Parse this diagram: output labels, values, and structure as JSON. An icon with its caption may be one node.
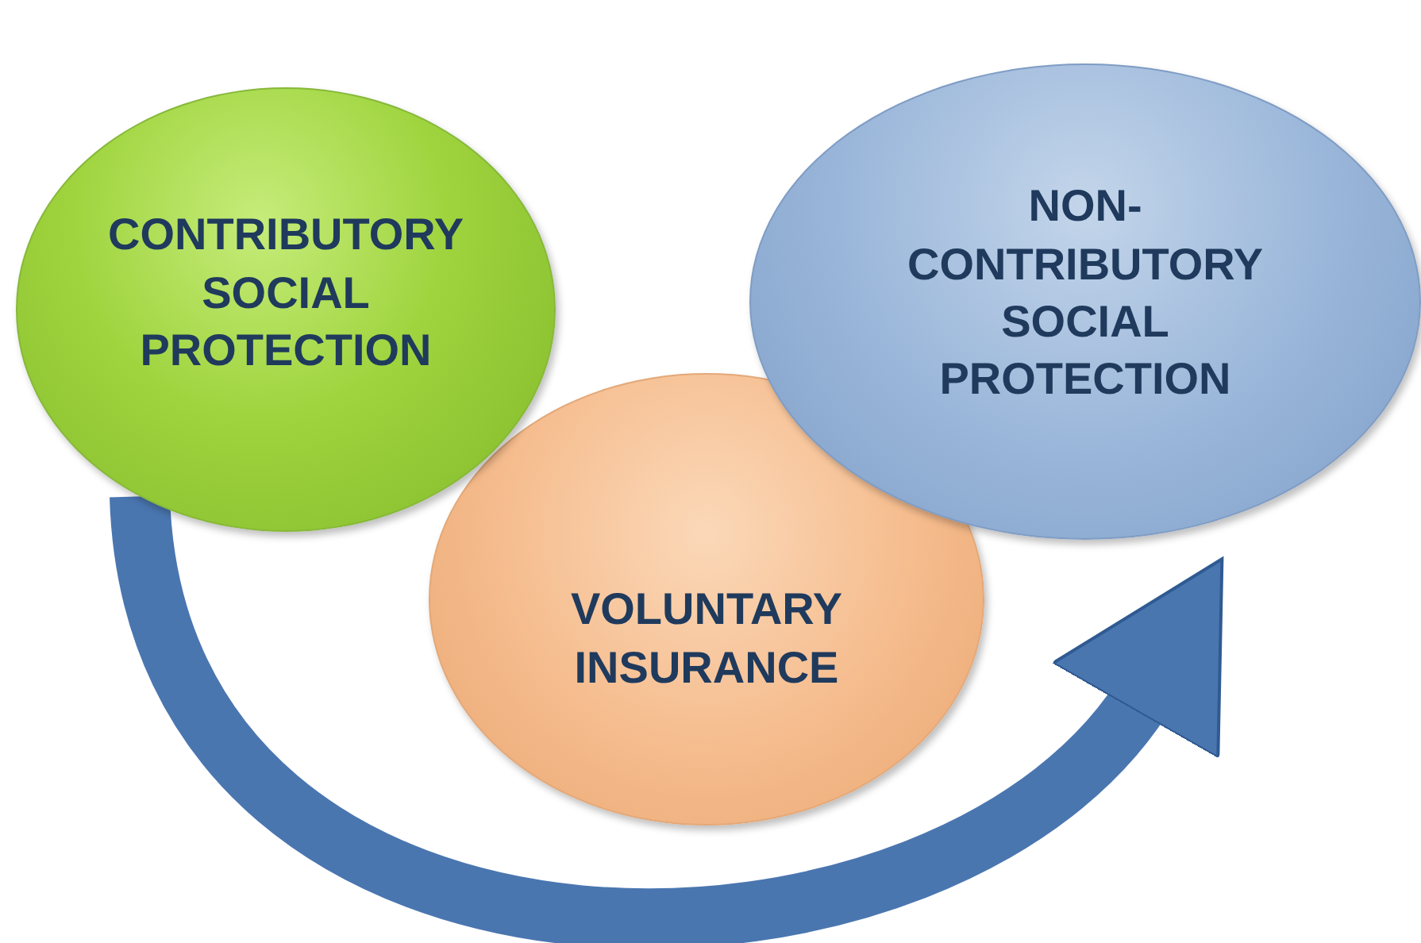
{
  "diagram": {
    "nodes": [
      {
        "text": [
          "CONTRIBUTORY SOCIAL PROTECTION"
        ]
      },
      {
        "text": [
          "NON-CONTRIBUTORY SOCIAL PROTECTION"
        ]
      },
      {
        "text": [
          "VOLUNTARY INSURANCE"
        ]
      }
    ],
    "edges": [
      {
        "from": 0,
        "to": 1,
        "arrow": "to"
      }
    ]
  }
}
